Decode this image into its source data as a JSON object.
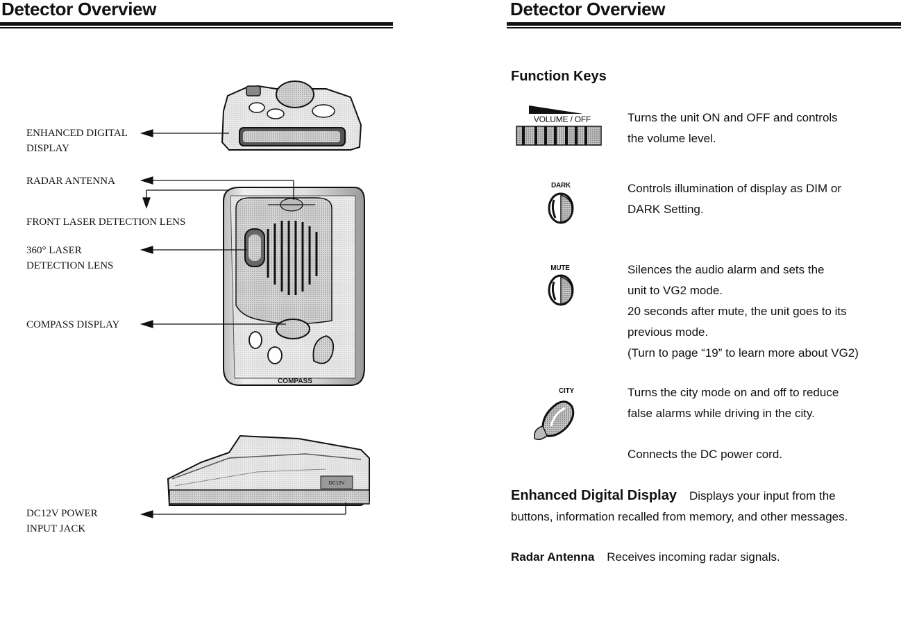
{
  "left_page": {
    "title": "Detector Overview",
    "callouts": [
      {
        "id": "enhanced-digital-display",
        "lines": [
          "ENHANCED DIGITAL",
          "DISPLAY"
        ]
      },
      {
        "id": "radar-antenna",
        "lines": [
          "RADAR ANTENNA"
        ]
      },
      {
        "id": "front-laser-detection-lens",
        "lines": [
          "FRONT LASER DETECTION LENS"
        ]
      },
      {
        "id": "laser-360-detection-lens",
        "lines": [
          "360° LASER",
          "DETECTION LENS"
        ]
      },
      {
        "id": "compass-display",
        "lines": [
          "COMPASS DISPLAY"
        ]
      },
      {
        "id": "dc12v-power-input-jack",
        "lines": [
          "DC12V POWER",
          "INPUT JACK"
        ]
      }
    ],
    "device_labels": {
      "compass": "COMPASS",
      "dc_jack": "DC12V"
    }
  },
  "right_page": {
    "title": "Detector Overview",
    "function_keys_heading": "Function Keys",
    "keys": [
      {
        "caption": "VOLUME / OFF",
        "icon": "volume-slider-icon",
        "desc": [
          "Turns the unit ON and OFF and controls",
          "the volume level."
        ]
      },
      {
        "caption": "DARK",
        "icon": "dark-button-icon",
        "desc": [
          "Controls illumination of display as DIM or",
          "DARK Setting."
        ]
      },
      {
        "caption": "MUTE",
        "icon": "mute-button-icon",
        "desc": [
          "Silences the audio alarm and sets the",
          "unit to VG2 mode.",
          "20 seconds after mute, the unit goes to its",
          "previous mode.",
          "(Turn to page “19” to learn more about VG2)"
        ]
      },
      {
        "caption": "CITY",
        "icon": "city-button-icon",
        "desc": [
          "Turns the city mode on and off to reduce",
          "false alarms while driving in the city."
        ]
      }
    ],
    "dc_desc": "Connects the DC power cord.",
    "enhanced_display": {
      "term": "Enhanced Digital Display",
      "text_first": "Displays your input from the",
      "text_second": "buttons, information recalled from memory, and other messages."
    },
    "radar_antenna": {
      "term": "Radar Antenna",
      "text": "Receives incoming radar signals."
    }
  }
}
